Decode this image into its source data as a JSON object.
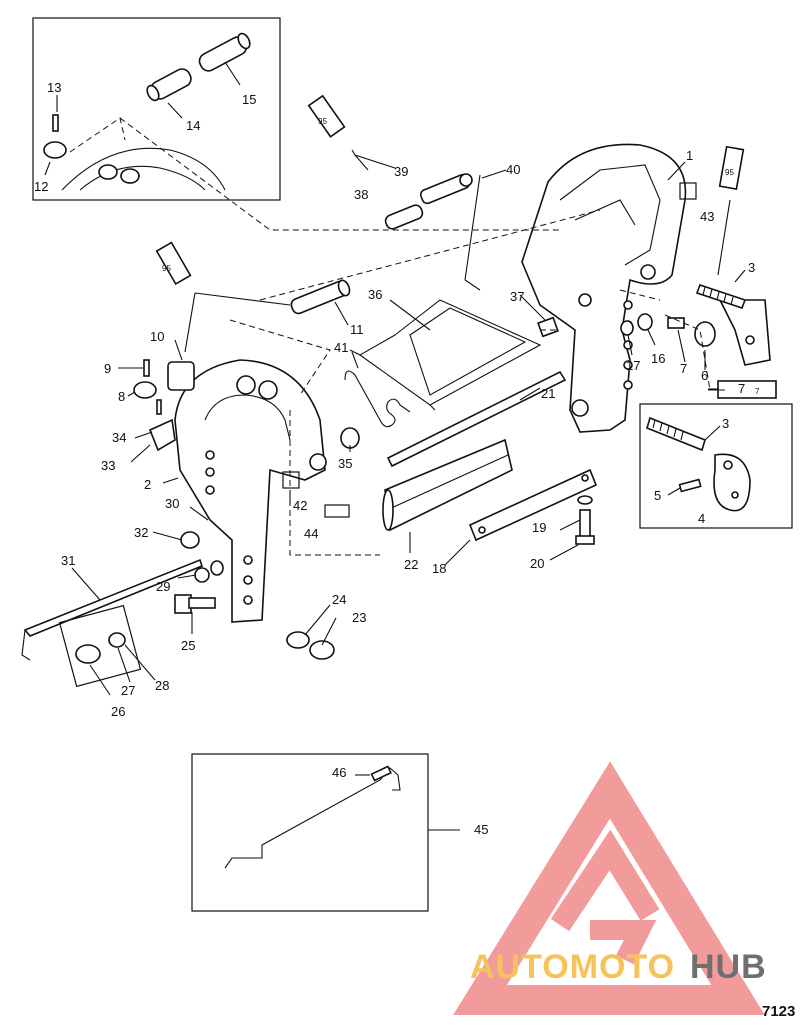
{
  "figure_number": "7123",
  "watermark": {
    "brand_part1": "AUTOMOTO",
    "brand_part2": "HUB",
    "colors": {
      "triangle": "#f08a8a",
      "part1": "#f6c35a",
      "part2": "#6f6f6f"
    }
  },
  "tubes": [
    "95",
    "95",
    "95",
    "7"
  ],
  "callouts": {
    "c1": "1",
    "c2": "2",
    "c3": "3",
    "c3b": "3",
    "c4": "4",
    "c5": "5",
    "c6": "6",
    "c7": "7",
    "c7b": "7",
    "c8": "8",
    "c9": "9",
    "c10": "10",
    "c11": "11",
    "c12": "12",
    "c13": "13",
    "c14": "14",
    "c15": "15",
    "c16": "16",
    "c17": "17",
    "c18": "18",
    "c19": "19",
    "c20": "20",
    "c21": "21",
    "c22": "22",
    "c23": "23",
    "c24": "24",
    "c25": "25",
    "c26": "26",
    "c27": "27",
    "c28": "28",
    "c29": "29",
    "c30": "30",
    "c31": "31",
    "c32": "32",
    "c33": "33",
    "c34": "34",
    "c35": "35",
    "c36": "36",
    "c37": "37",
    "c38": "38",
    "c39": "39",
    "c40": "40",
    "c41": "41",
    "c42": "42",
    "c43": "43",
    "c44": "44",
    "c45": "45",
    "c46": "46"
  }
}
